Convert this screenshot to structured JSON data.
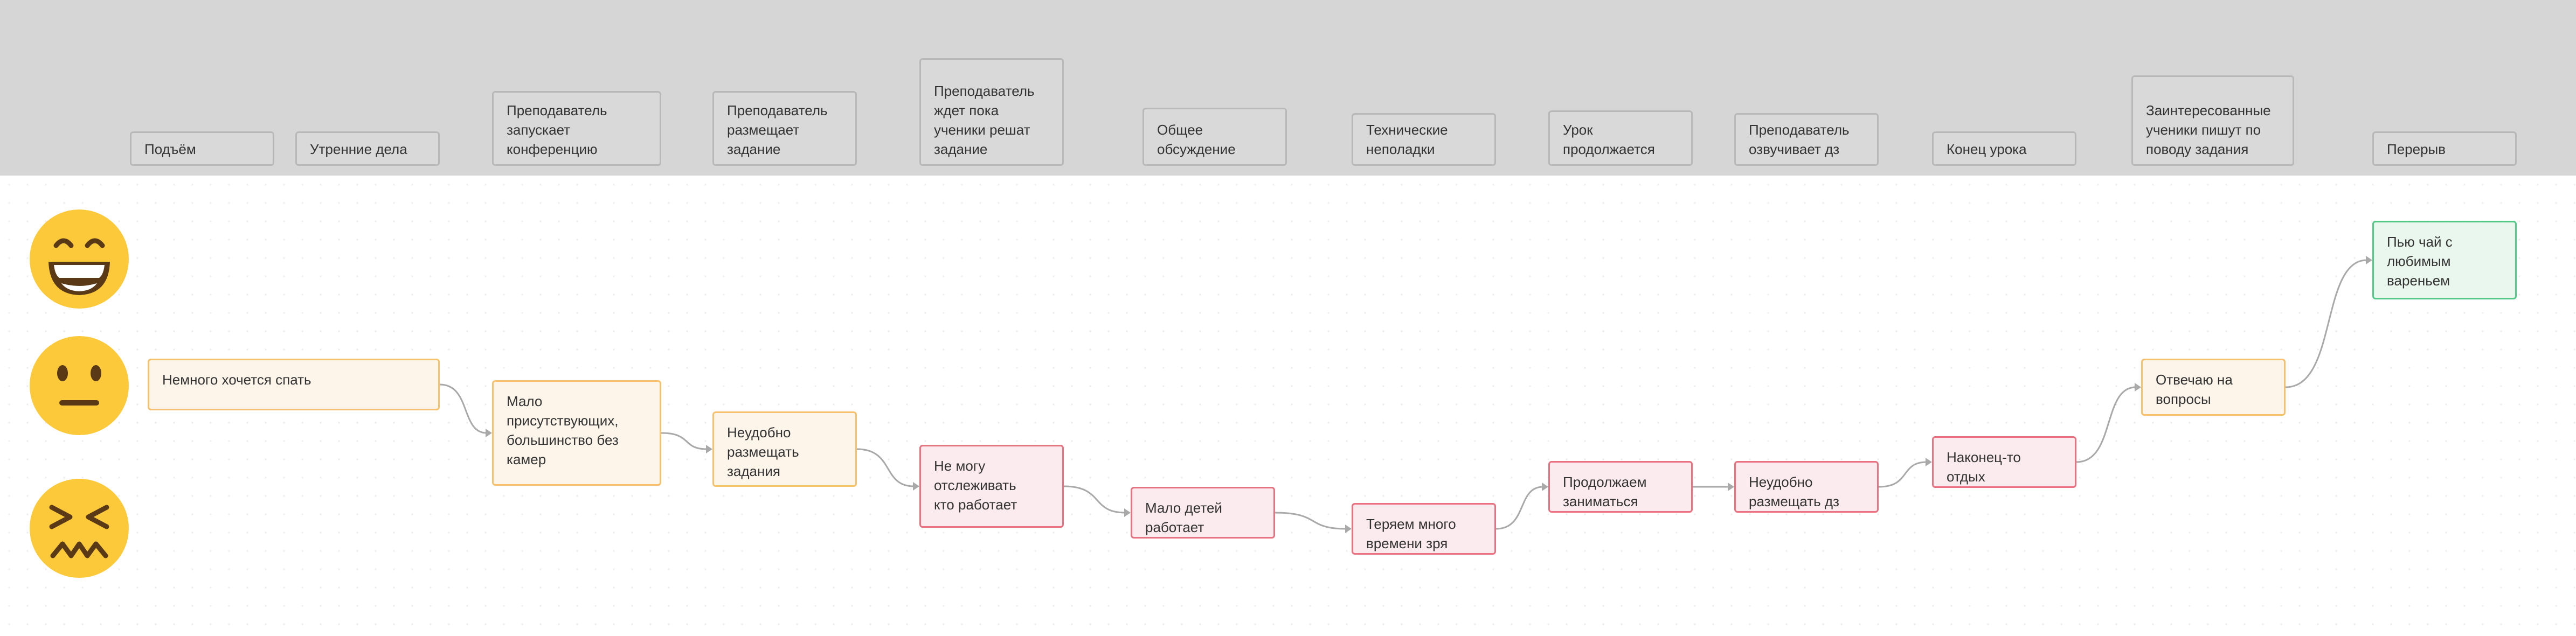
{
  "steps": [
    {
      "lines": [
        "Подъём"
      ]
    },
    {
      "lines": [
        "Утренние дела"
      ]
    },
    {
      "lines": [
        "Преподаватель",
        "запускает",
        "конференцию"
      ]
    },
    {
      "lines": [
        "Преподаватель",
        "размещает",
        "задание"
      ]
    },
    {
      "lines": [
        "Преподаватель",
        "ждет пока",
        "ученики решат",
        "задание"
      ]
    },
    {
      "lines": [
        "Общее",
        "обсуждение"
      ]
    },
    {
      "lines": [
        "Технические",
        "неполадки"
      ]
    },
    {
      "lines": [
        "Урок",
        "продолжается"
      ]
    },
    {
      "lines": [
        "Преподаватель",
        "озвучивает дз"
      ]
    },
    {
      "lines": [
        "Конец урока"
      ]
    },
    {
      "lines": [
        "Заинтересованные",
        "ученики пишут по",
        "поводу задания"
      ]
    },
    {
      "lines": [
        "Перерыв"
      ]
    }
  ],
  "feelings": [
    {
      "lines": [
        "Немного хочется спать"
      ],
      "mood": "neutral"
    },
    {
      "lines": [
        "Мало",
        "присутствующих,",
        "большинство без",
        "камер"
      ],
      "mood": "neutral"
    },
    {
      "lines": [
        "Неудобно",
        "размещать",
        "задания"
      ],
      "mood": "neutral"
    },
    {
      "lines": [
        "Не могу",
        "отслеживать",
        "кто работает"
      ],
      "mood": "bad"
    },
    {
      "lines": [
        "Мало детей",
        "работает"
      ],
      "mood": "bad"
    },
    {
      "lines": [
        "Теряем много",
        "времени зря"
      ],
      "mood": "bad"
    },
    {
      "lines": [
        "Продолжаем",
        "заниматься"
      ],
      "mood": "bad"
    },
    {
      "lines": [
        "Неудобно",
        "размещать дз"
      ],
      "mood": "bad"
    },
    {
      "lines": [
        "Наконец-то",
        "отдых"
      ],
      "mood": "bad"
    },
    {
      "lines": [
        "Отвечаю на",
        "вопросы"
      ],
      "mood": "neutral"
    },
    {
      "lines": [
        "Пью чай с",
        "любимым",
        "вареньем"
      ],
      "mood": "good"
    }
  ],
  "emotion_scale": [
    {
      "icon": "grinning-face-icon"
    },
    {
      "icon": "neutral-face-icon"
    },
    {
      "icon": "confounded-face-icon"
    }
  ],
  "colors": {
    "band": "#d6d6d6",
    "step_border": "#b8b8b8",
    "neutral_fill": "#fdf5ea",
    "neutral_border": "#f5c16c",
    "bad_fill": "#fbeaee",
    "bad_border": "#e8727f",
    "good_fill": "#eaf7ef",
    "good_border": "#54c98a",
    "connector": "#a9a9a9",
    "emoji_face": "#fcc93a",
    "emoji_feature": "#5a3a16"
  }
}
